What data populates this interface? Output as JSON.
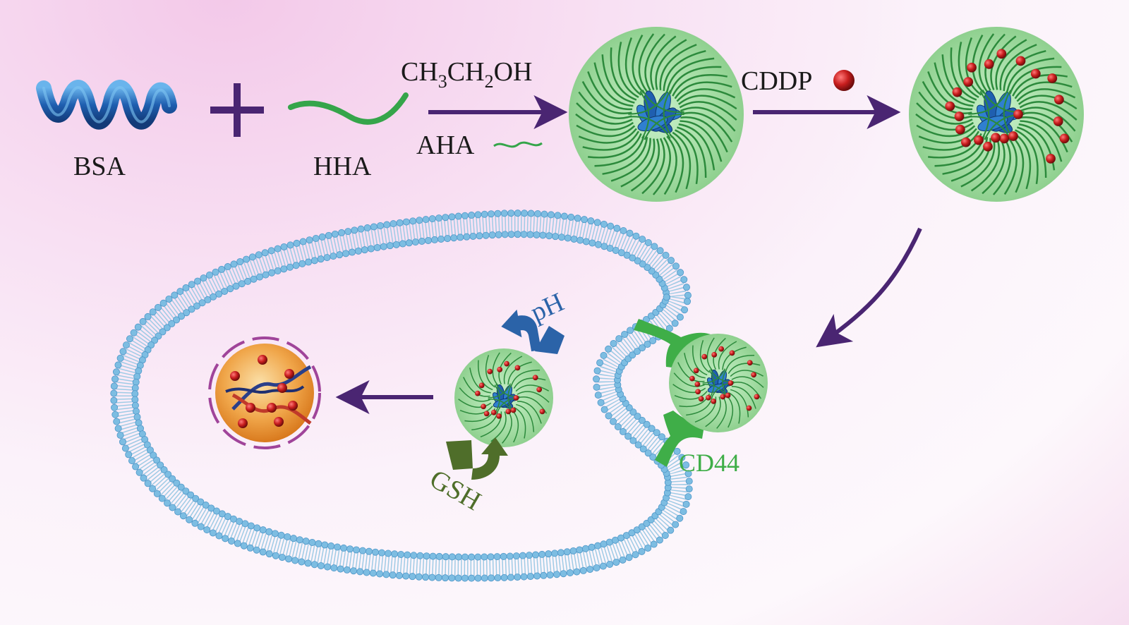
{
  "labels": {
    "bsa": "BSA",
    "hha": "HHA",
    "solvent": "CH3CH2OH",
    "aha": "AHA",
    "cddp": "CDDP",
    "ph": "pH",
    "gsh": "GSH",
    "cd44": "CD44"
  },
  "solvent_parts": {
    "a": "CH",
    "sub1": "3",
    "b": "CH",
    "sub2": "2",
    "c": "OH"
  },
  "colors": {
    "arrow": "#4a2572",
    "membrane": "#79b9df",
    "nanoparticle": "#a6dda6",
    "chains": "#2c8a3c",
    "drug": "#b02020",
    "receptor": "#3fae48",
    "ph_arrow": "#2b63a8",
    "gsh_arrow": "#4f6e2a",
    "nucleus": "#e8962c"
  }
}
